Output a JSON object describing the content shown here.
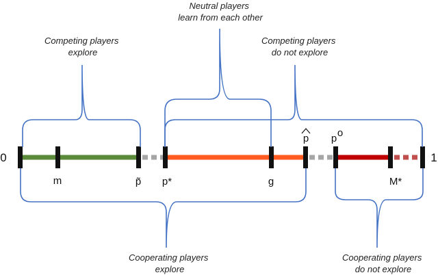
{
  "axis": {
    "start_label": "0",
    "end_label": "1"
  },
  "points": {
    "m": "m",
    "p_tilde": "p̃",
    "p_star": "p*",
    "g": "g",
    "p_hat": "p",
    "p_o": "p",
    "p_o_sup": "o",
    "M_star": "M*"
  },
  "annotations": {
    "competing_explore": [
      "Competing players",
      "explore"
    ],
    "neutral": [
      "Neutral players",
      "learn from each other"
    ],
    "competing_not_explore": [
      "Competing players",
      "do not explore"
    ],
    "cooperating_explore": [
      "Cooperating players",
      "explore"
    ],
    "cooperating_not_explore": [
      "Cooperating players",
      "do not explore"
    ]
  },
  "colors": {
    "green_segment": "#5b8a3a",
    "orange_segment": "#ff5a1f",
    "dark_red_segment": "#c00000",
    "gray_dash": "#a6a6a6",
    "red_dash": "#c0504d",
    "brace": "#4472c4",
    "tick": "#111111"
  }
}
